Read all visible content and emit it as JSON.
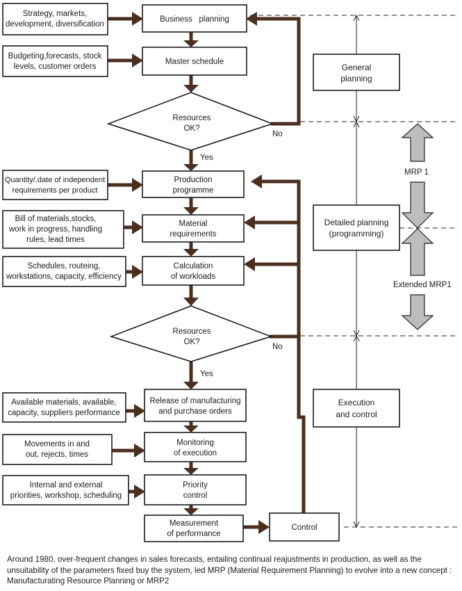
{
  "inputs": {
    "strategy": [
      "Strategy, markets,",
      "development, diversification"
    ],
    "budgeting": [
      "Budgeting,forecasts, stock",
      "levels, customer orders"
    ],
    "quantity": [
      "Quantity/.date of independent",
      "requirements per product"
    ],
    "bill": [
      "Bill of materials,stocks,",
      "work in progress, handling",
      "rules, lead times"
    ],
    "schedules": [
      "Schedules, routeing,",
      "workstations, capacity, efficiency"
    ],
    "available": [
      "Available materials, available,",
      "capacity, suppliers performance"
    ],
    "movements": [
      "Movements in and",
      "out, rejects, times"
    ],
    "internal": [
      "Internal and external",
      "priorities, workshop, scheduling"
    ]
  },
  "process": {
    "business": [
      "Business   planning"
    ],
    "master": [
      "Master schedule"
    ],
    "production": [
      "Production",
      "programme"
    ],
    "material": [
      "Material",
      "requirements"
    ],
    "calculation": [
      "Calculation",
      "of workloads"
    ],
    "release": [
      "Release of manufacturing",
      "and purchase orders"
    ],
    "monitoring": [
      "Monitoring",
      "of execution"
    ],
    "priority": [
      "Priority",
      "control"
    ],
    "measurement": [
      "Measurement",
      "of performance"
    ],
    "control": [
      "Control"
    ]
  },
  "decisions": {
    "d1": [
      "Resources",
      "OK?"
    ],
    "d2": [
      "Resources",
      "OK?"
    ],
    "yes_label": "Yes",
    "no_label": "No"
  },
  "phases": {
    "general": [
      "General",
      "planning"
    ],
    "detailed": [
      "Detailed planning",
      "(programming)"
    ],
    "execution": [
      "Execution",
      "and control"
    ]
  },
  "mrp": {
    "mrp1": "MRP 1",
    "extended": "Extended MRP1"
  },
  "caption": "Around 1980, over-frequent changes in sales forecasts, entailing continual reajustments in production, as well as the unsuitability of the parameters fixed buy the system, led MRP (Material Requirement Planning) to evolve into a new concept : Manufacturating Resource Planning or MRP2",
  "colors": {
    "flow": "#4a2f1f",
    "mrp_arrow": "#bdbdbd",
    "line": "#1a1a1a"
  }
}
